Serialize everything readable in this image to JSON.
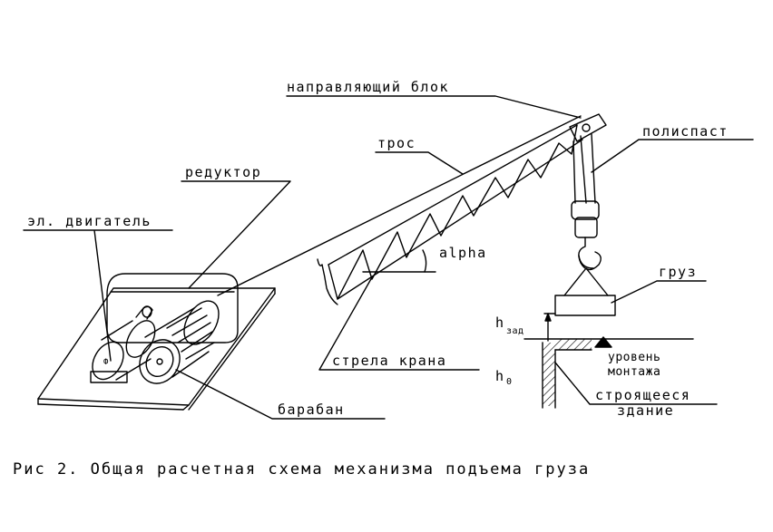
{
  "labels": {
    "guide_block": "направляющий блок",
    "pulley_system": "полиспаст",
    "rope": "трос",
    "reducer": "редуктор",
    "motor": "эл. двигатель",
    "angle": "alpha",
    "load": "груз",
    "h_zad_main": "h",
    "h_zad_sub": "зад",
    "level_line1": "уровень",
    "level_line2": "монтажа",
    "h0_main": "h",
    "h0_sub": "0",
    "building_line1": "строящееся",
    "building_line2": "здание",
    "boom": "стрела крана",
    "drum": "барабан",
    "motor_mark": "Ф"
  },
  "caption": "Рис 2. Общая расчетная схема механизма подъема груза"
}
